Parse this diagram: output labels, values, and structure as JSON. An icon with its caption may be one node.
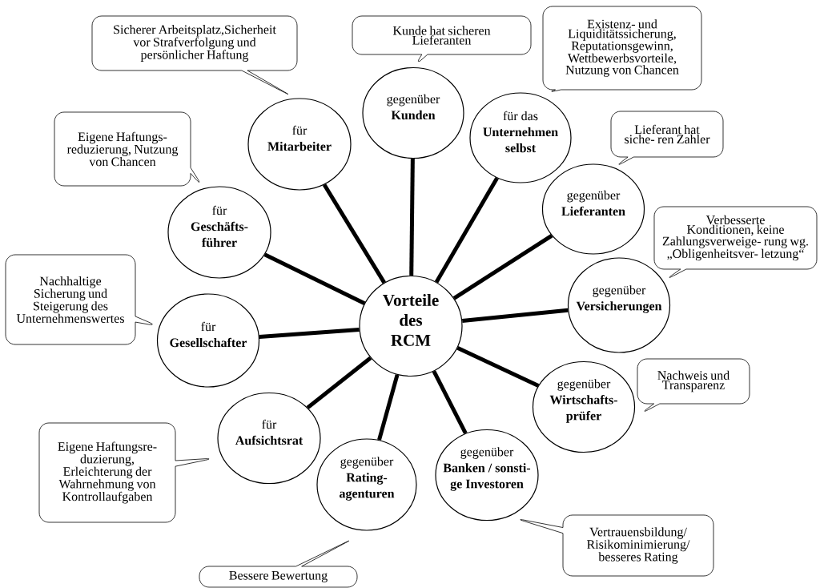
{
  "diagram": {
    "nodes": [
      {
        "text": [
          "Vorteile des RCM"
        ]
      },
      {
        "text": [
          "für",
          "Mitarbeiter"
        ]
      },
      {
        "text": [
          "gegenüber",
          "Kunden"
        ]
      },
      {
        "text": [
          "für das",
          "Unternehmen selbst"
        ]
      },
      {
        "text": [
          "gegenüber",
          "Lieferanten"
        ]
      },
      {
        "text": [
          "gegenüber",
          "Versicherungen"
        ]
      },
      {
        "text": [
          "gegenüber",
          "Wirtschafts- prüfer"
        ]
      },
      {
        "text": [
          "gegenüber",
          "Banken / sonsti- ge Investoren"
        ]
      },
      {
        "text": [
          "gegenüber",
          "Rating- agenturen"
        ]
      },
      {
        "text": [
          "für",
          "Aufsichtsrat"
        ]
      },
      {
        "text": [
          "für",
          "Gesellschafter"
        ]
      },
      {
        "text": [
          "für",
          "Geschäfts- führer"
        ]
      },
      {
        "text": [
          "Sicherer Arbeitsplatz,Sicherheit vor Strafverfolgung und persönlicher Haftung"
        ]
      },
      {
        "text": [
          "Kunde hat sicheren Lieferanten"
        ]
      },
      {
        "text": [
          "Existenz- und Liquiditätssicherung, Reputationsgewinn, Wettbewerbsvorteile, Nutzung von Chancen"
        ]
      },
      {
        "text": [
          "Lieferant hat siche- ren Zahler"
        ]
      },
      {
        "text": [
          "Verbesserte Konditionen, keine Zahlungsverweige- rung wg. „Obligenheitsver- letzung“"
        ]
      },
      {
        "text": [
          "Nachweis und Transparenz"
        ]
      },
      {
        "text": [
          "Vertrauensbildung/ Risikominimierung/ besseres Rating"
        ]
      },
      {
        "text": [
          "Bessere Bewertung"
        ]
      },
      {
        "text": [
          "Eigene Haftungsre- duzierung, Erleichterung der Wahrnehmung von Kontrollaufgaben"
        ]
      },
      {
        "text": [
          "Nachhaltige Sicherung und Steigerung des Unternehmenswertes"
        ]
      },
      {
        "text": [
          "Eigene Haftungs- reduzierung, Nutzung von Chancen"
        ]
      }
    ],
    "edges": [
      {
        "from": 0,
        "to": 1,
        "arrow": "none"
      },
      {
        "from": 0,
        "to": 2,
        "arrow": "none"
      },
      {
        "from": 0,
        "to": 3,
        "arrow": "none"
      },
      {
        "from": 0,
        "to": 4,
        "arrow": "none"
      },
      {
        "from": 0,
        "to": 5,
        "arrow": "none"
      },
      {
        "from": 0,
        "to": 6,
        "arrow": "none"
      },
      {
        "from": 0,
        "to": 7,
        "arrow": "none"
      },
      {
        "from": 0,
        "to": 8,
        "arrow": "none"
      },
      {
        "from": 0,
        "to": 9,
        "arrow": "none"
      },
      {
        "from": 0,
        "to": 10,
        "arrow": "none"
      },
      {
        "from": 0,
        "to": 11,
        "arrow": "none"
      }
    ]
  }
}
